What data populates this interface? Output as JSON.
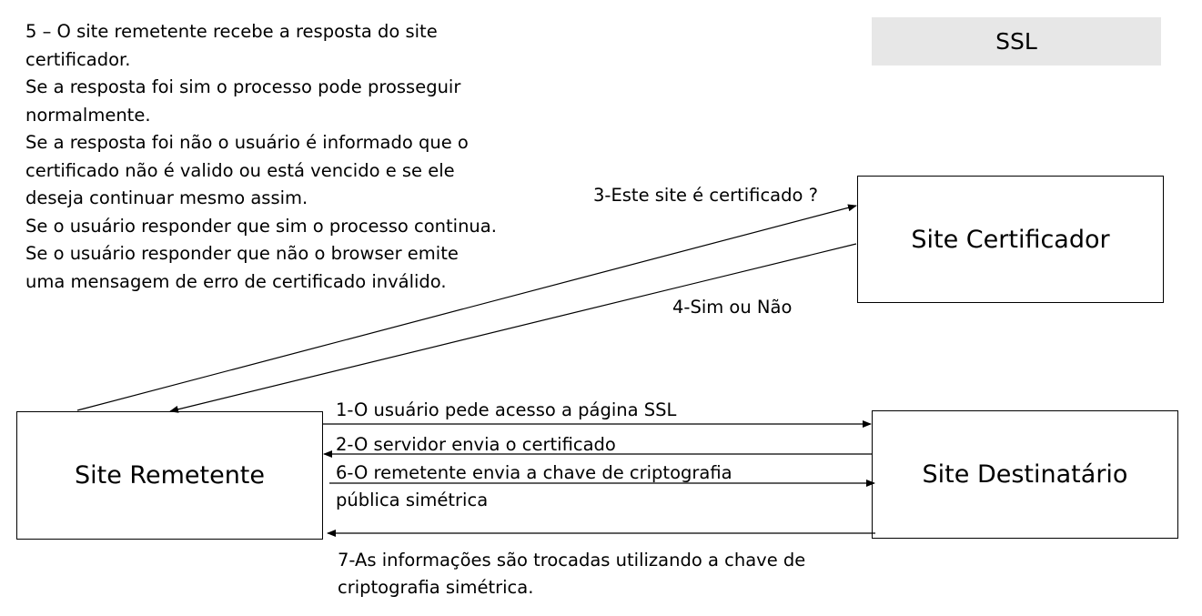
{
  "title": "SSL",
  "note": {
    "lines": [
      "5 – O site remetente recebe a resposta do site",
      "certificador.",
      "Se a resposta foi sim o processo pode prosseguir",
      "normalmente.",
      "Se a resposta foi não o usuário é informado que o",
      "certificado não é valido ou está vencido e se ele",
      "deseja continuar mesmo assim.",
      "Se o usuário responder que sim o processo continua.",
      "Se o usuário responder que não o browser emite",
      "uma mensagem de erro de certificado inválido."
    ]
  },
  "nodes": {
    "certificador": "Site Certificador",
    "remetente": "Site Remetente",
    "destinatario": "Site Destinatário"
  },
  "messages": {
    "step3": "3-Este site é certificado ?",
    "step4": "4-Sim ou Não",
    "step1": "1-O usuário pede acesso a página SSL",
    "step2": "2-O servidor envia o certificado",
    "step6": [
      "6-O remetente envia a chave de criptografia",
      "pública simétrica"
    ],
    "step7": [
      "7-As informações são trocadas utilizando a chave de",
      "criptografia simétrica."
    ]
  }
}
